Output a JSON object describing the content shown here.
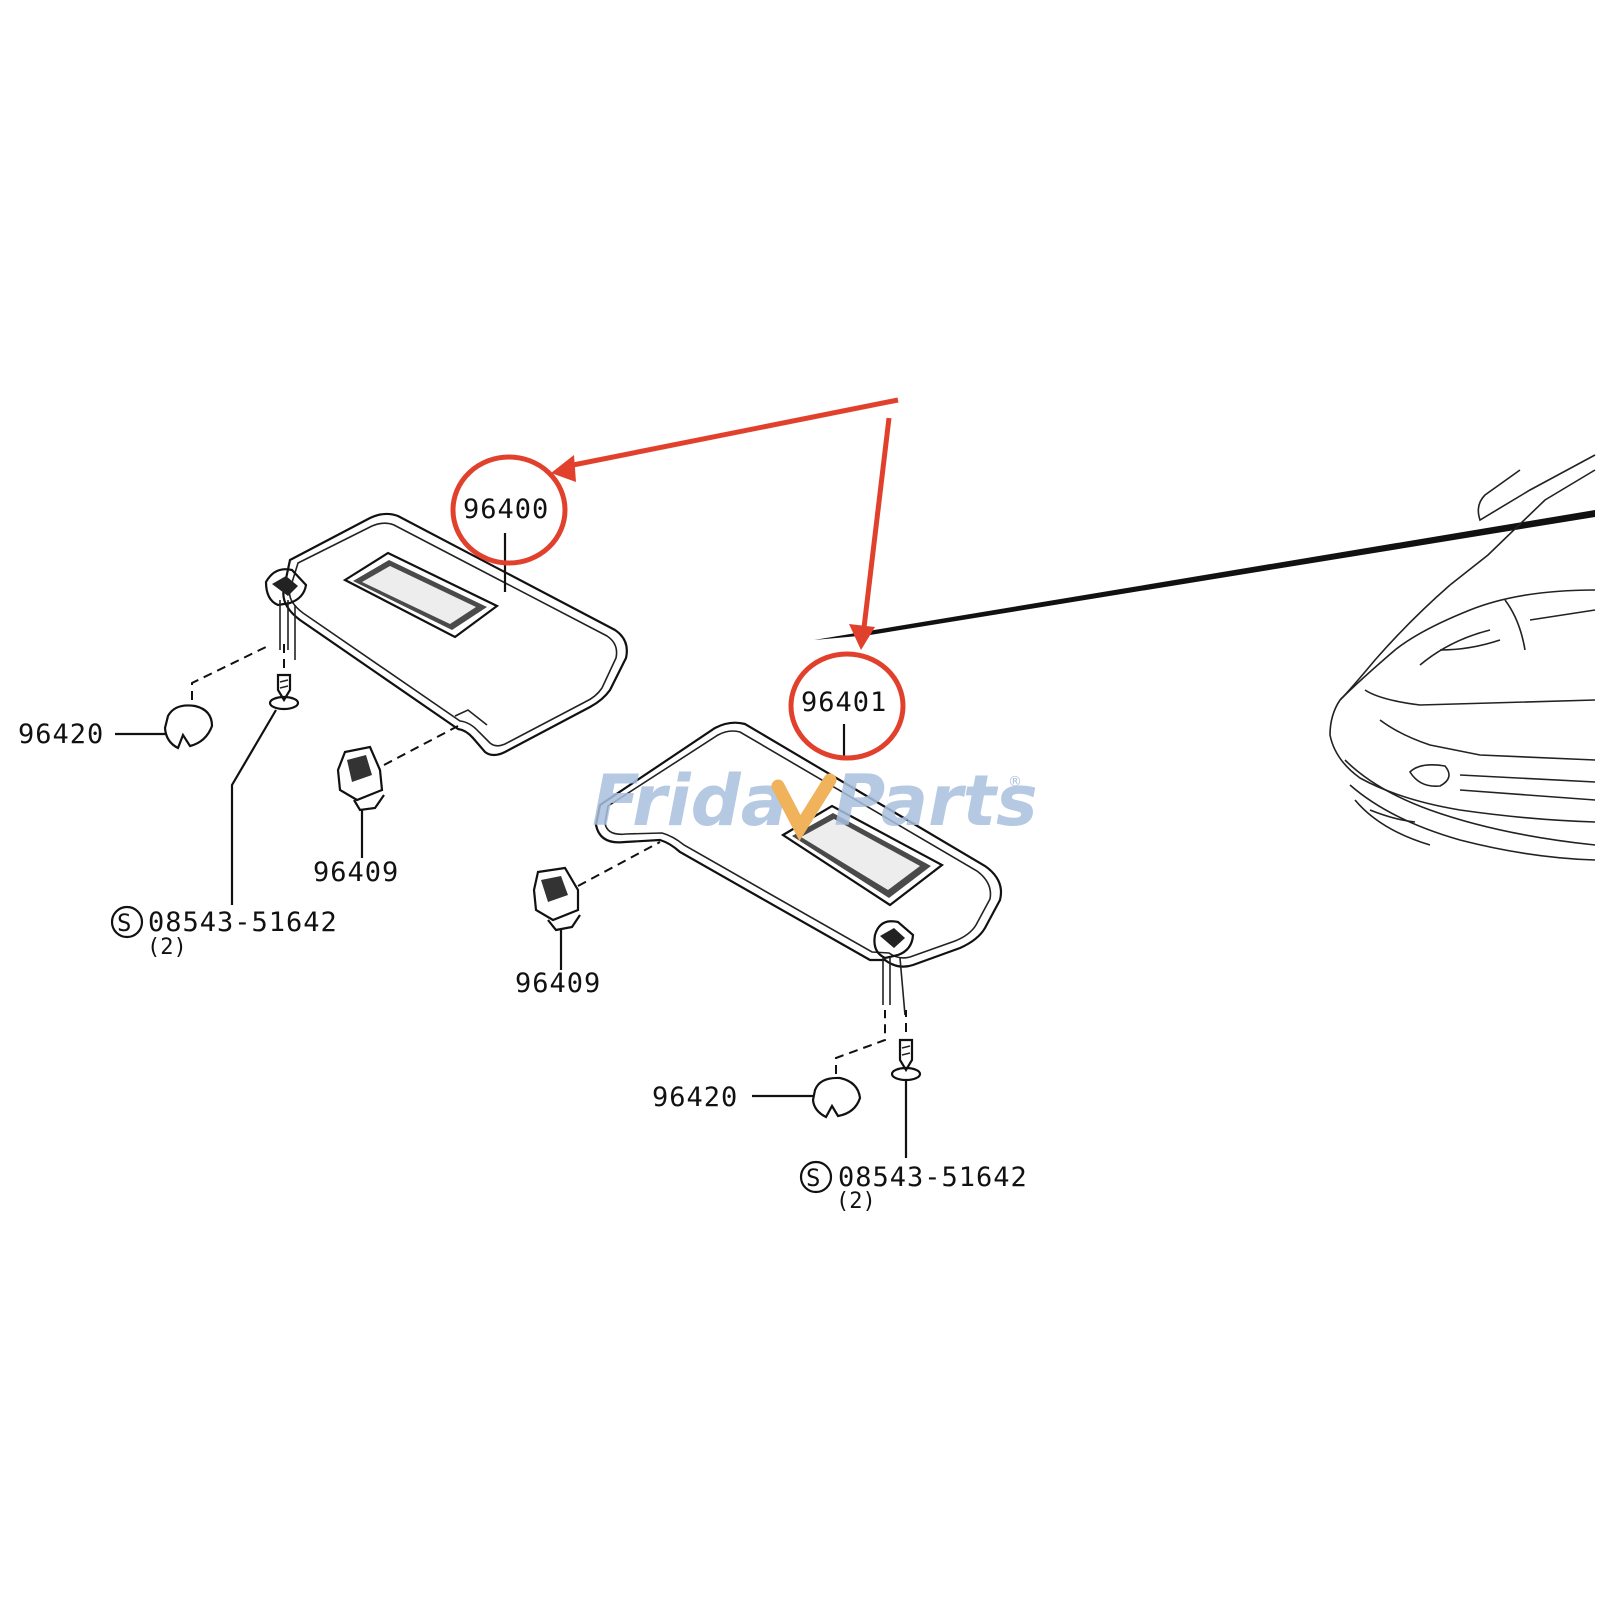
{
  "callouts": {
    "visor_left": "96400",
    "visor_right": "96401",
    "clip_left": "96409",
    "clip_right": "96409",
    "cover_left": "96420",
    "cover_right": "96420",
    "screw_left": "08543-51642",
    "screw_left_qty": "(2)",
    "screw_right": "08543-51642",
    "screw_right_qty": "(2)"
  },
  "highlight_color": "#e1412c",
  "watermark": {
    "part1": "Frida",
    "part2": "Parts",
    "color": "#a9c0de",
    "accent_color": "#f0b25a"
  },
  "icons": [
    "standard-part-s-icon"
  ]
}
